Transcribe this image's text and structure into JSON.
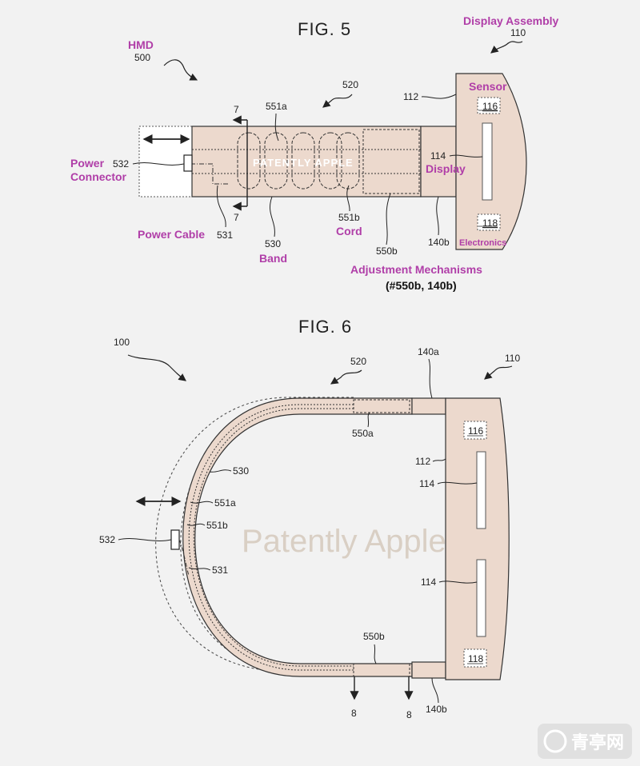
{
  "colors": {
    "background": "#f2f2f2",
    "band_fill": "#ecd9cd",
    "accent_label": "#b03ea8",
    "line": "#333333"
  },
  "fig5": {
    "title": "FIG. 5",
    "hmd_label": "HMD",
    "hmd_ref": "500",
    "display_assembly_label": "Display Assembly",
    "display_assembly_ref": "110",
    "sensor_label": "Sensor",
    "sensor_ref": "116",
    "ref_520": "520",
    "ref_112": "112",
    "ref_551a": "551a",
    "ref_7_top": "7",
    "ref_7_bottom": "7",
    "ref_114": "114",
    "display_label": "Display",
    "power_connector_line1": "Power",
    "power_connector_line2": "Connector",
    "ref_532": "532",
    "watermark": "PATENTLY APPLE",
    "electronics_ref": "118",
    "electronics_label": "Electronics",
    "power_cable_label": "Power Cable",
    "ref_531": "531",
    "ref_530": "530",
    "band_label": "Band",
    "ref_551b": "551b",
    "cord_label": "Cord",
    "ref_550b": "550b",
    "ref_140b": "140b",
    "adjustment_label": "Adjustment Mechanisms",
    "adjustment_refs": "(#550b, 140b)"
  },
  "fig6": {
    "title": "FIG. 6",
    "ref_100": "100",
    "ref_520": "520",
    "ref_140a": "140a",
    "ref_110": "110",
    "ref_550a": "550a",
    "ref_116": "116",
    "ref_112": "112",
    "ref_530": "530",
    "ref_114_top": "114",
    "ref_551a": "551a",
    "ref_532": "532",
    "ref_551b": "551b",
    "watermark": "Patently Apple",
    "ref_531": "531",
    "ref_114_bottom": "114",
    "ref_550b": "550b",
    "ref_118": "118",
    "ref_8_left": "8",
    "ref_8_right": "8",
    "ref_140b": "140b"
  },
  "site_badge": "青亭网"
}
